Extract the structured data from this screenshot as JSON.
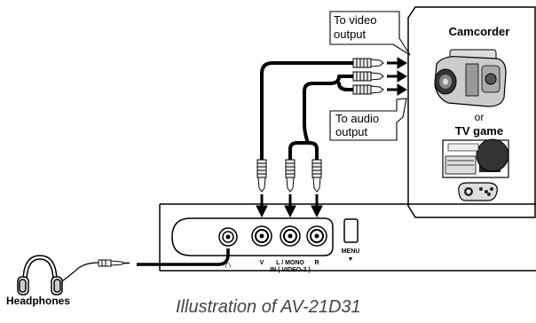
{
  "callouts": {
    "video": [
      "To video",
      "output"
    ],
    "audio": [
      "To audio",
      "output"
    ]
  },
  "devices": {
    "camcorder": "Camcorder",
    "or": "or",
    "tv_game": "TV game"
  },
  "jacks": {
    "headphone_symbol": "∩",
    "video": "V",
    "audio_left": "L / MONO",
    "audio_right": "R",
    "input_name": "IN ( VIDEO-2 )",
    "menu": "MENU",
    "menu_arrow": "▼"
  },
  "headphones_label": "Headphones",
  "caption": "Illustration of AV-21D31"
}
